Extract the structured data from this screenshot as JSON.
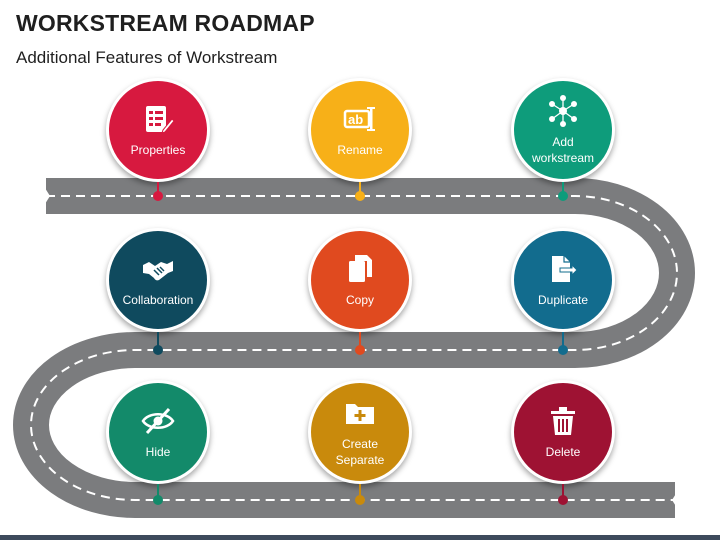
{
  "header": {
    "title": "WORKSTREAM ROADMAP",
    "subtitle": "Additional Features of Workstream"
  },
  "nodes": [
    {
      "label": "Properties",
      "color": "#d7193f",
      "icon": "properties-icon"
    },
    {
      "label": "Rename",
      "color": "#f7b018",
      "icon": "rename-icon"
    },
    {
      "label": "Add\nworkstream",
      "color": "#0e9c7b",
      "icon": "add-workstream-icon"
    },
    {
      "label": "Collaboration",
      "color": "#0f4a5e",
      "icon": "handshake-icon"
    },
    {
      "label": "Copy",
      "color": "#e04a1f",
      "icon": "copy-icon"
    },
    {
      "label": "Duplicate",
      "color": "#126c8e",
      "icon": "duplicate-icon"
    },
    {
      "label": "Hide",
      "color": "#138a6a",
      "icon": "hide-icon"
    },
    {
      "label": "Create\nSeparate",
      "color": "#c98a0c",
      "icon": "create-separate-icon"
    },
    {
      "label": "Delete",
      "color": "#9e1233",
      "icon": "delete-icon"
    }
  ],
  "colors": {
    "road": "#7b7c7e",
    "lane": "#ffffff",
    "bottom_bar": "#3d4a5c"
  }
}
